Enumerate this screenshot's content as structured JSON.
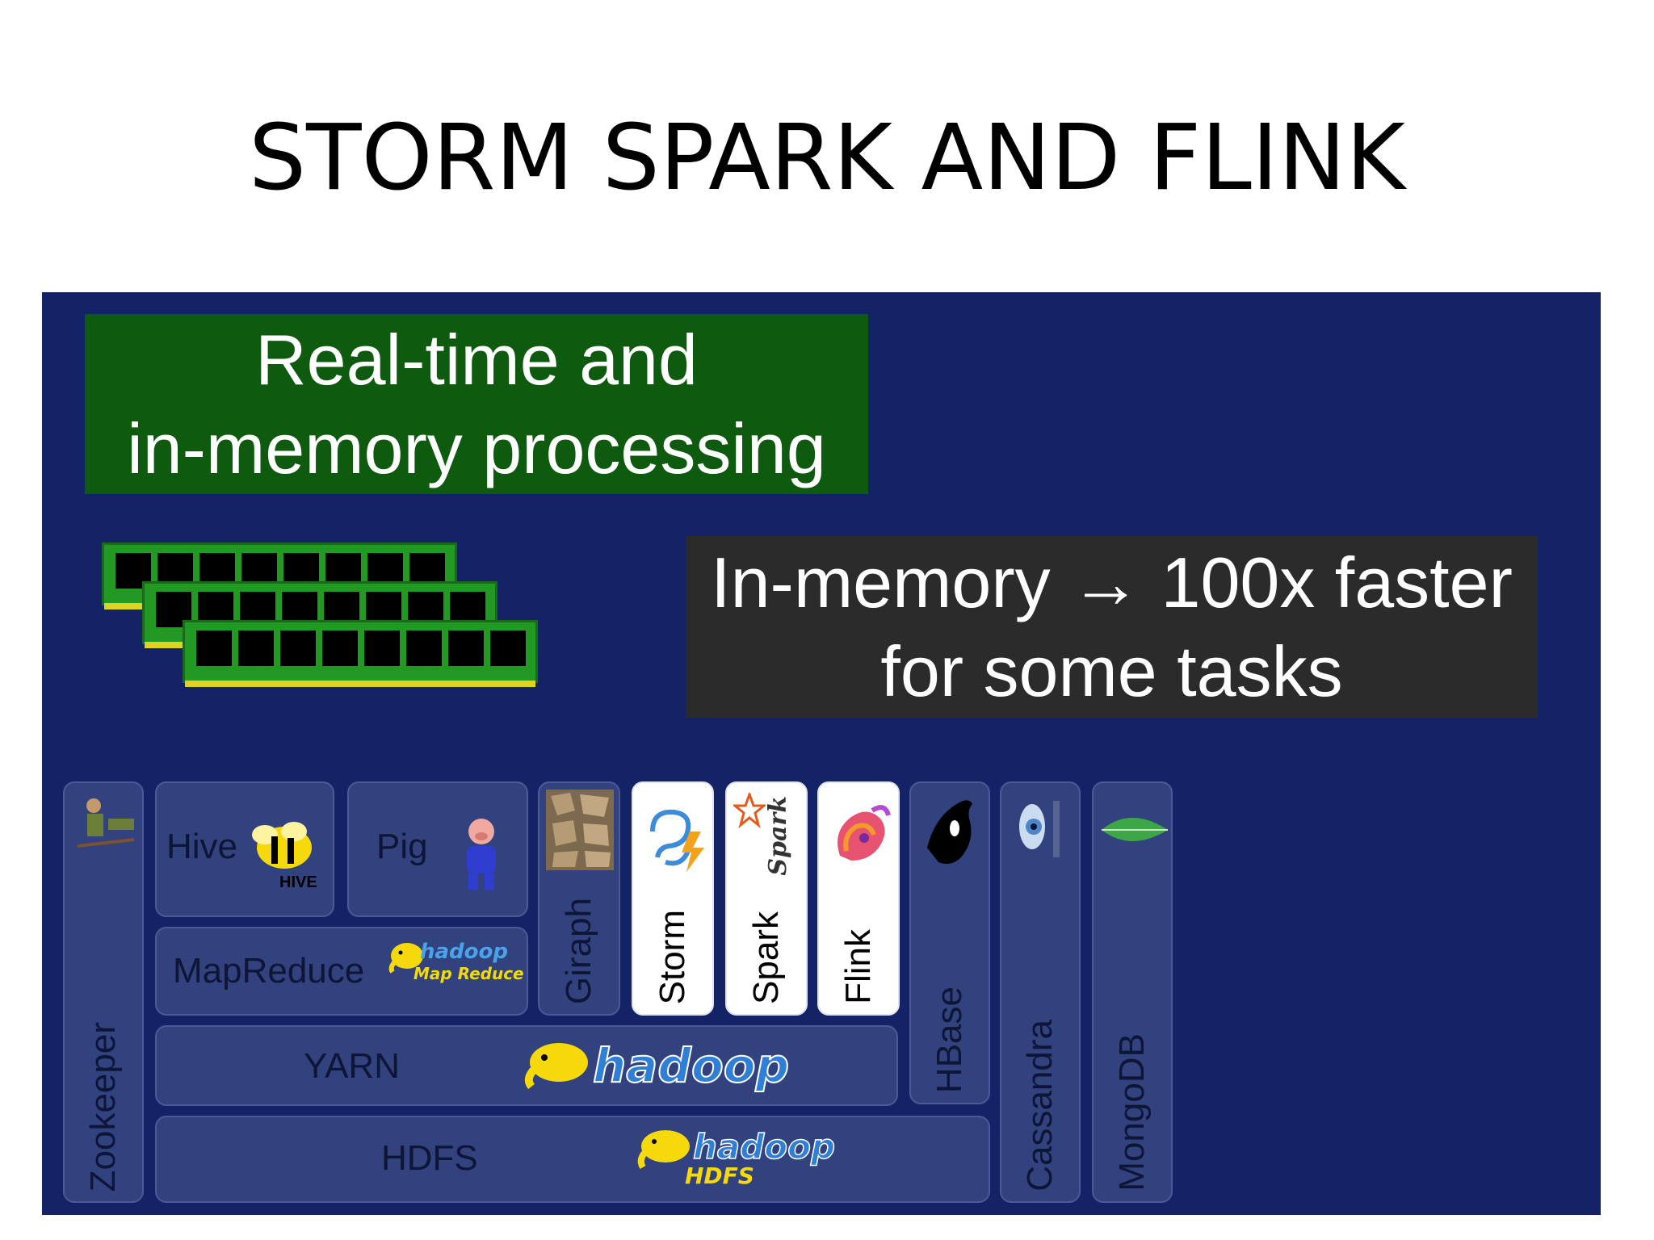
{
  "slide": {
    "title": "STORM SPARK AND FLINK"
  },
  "banners": {
    "realtime_line1": "Real-time and",
    "realtime_line2": "in-memory processing",
    "faster_line1": "In-memory → 100x faster",
    "faster_line2": "for some tasks"
  },
  "stack": {
    "zookeeper": "Zookeeper",
    "hive": "Hive",
    "hive_logo_text": "HIVE",
    "pig": "Pig",
    "giraph": "Giraph",
    "storm": "Storm",
    "spark": "Spark",
    "spark_logo_text": "Spark",
    "flink": "Flink",
    "hbase": "HBase",
    "cassandra": "Cassandra",
    "mongodb": "MongoDB",
    "mapreduce": "MapReduce",
    "mapreduce_logo_line1": "hadoop",
    "mapreduce_logo_line2": "Map Reduce",
    "yarn": "YARN",
    "yarn_logo": "hadoop",
    "hdfs": "HDFS",
    "hdfs_logo_line1": "hadoop",
    "hdfs_logo_line2": "HDFS"
  },
  "colors": {
    "panel": "#142365",
    "green_banner": "#0e5a0e",
    "dark_banner": "#2b2b2b",
    "component_box": "#31427e",
    "hadoop_yellow": "#f5d90a"
  }
}
